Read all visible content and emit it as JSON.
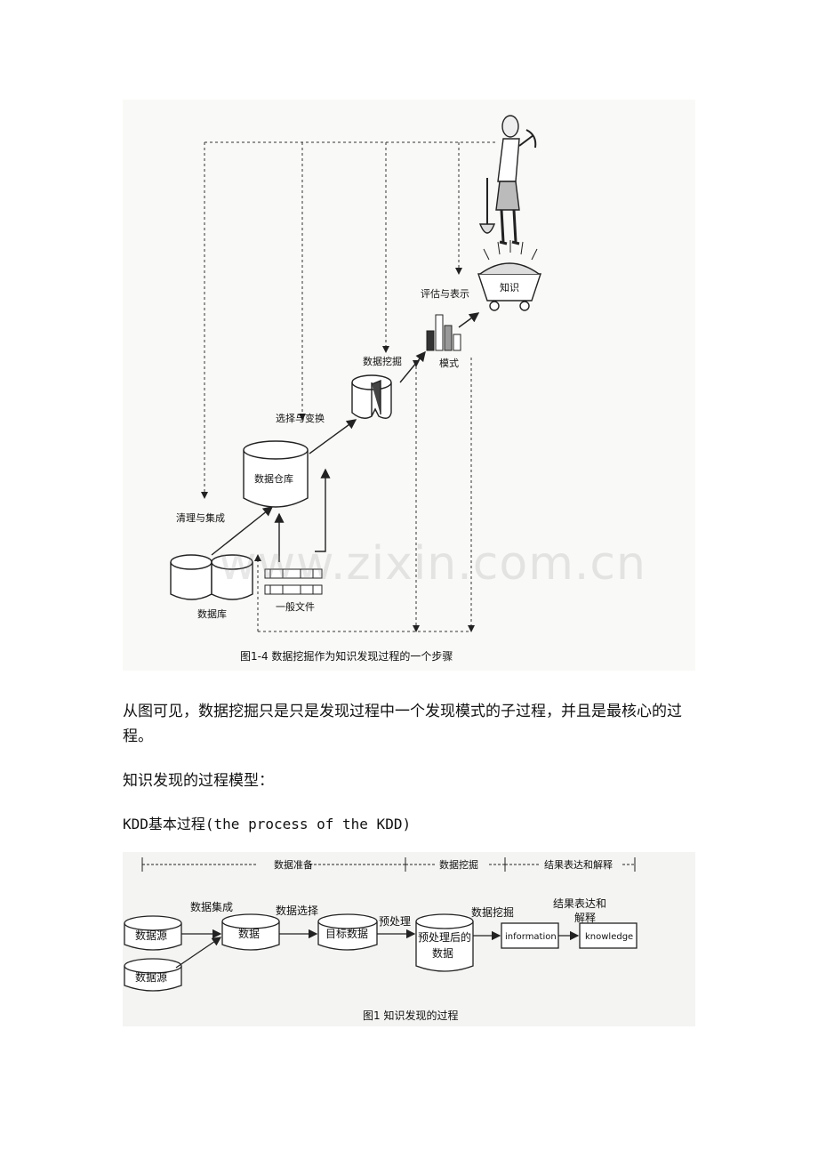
{
  "figure1": {
    "labels": {
      "evaluate": "评估与表示",
      "knowledge": "知识",
      "mining": "数据挖掘",
      "pattern": "模式",
      "select": "选择与变换",
      "warehouse": "数据仓库",
      "clean": "清理与集成",
      "database": "数据库",
      "flatfile": "一般文件"
    },
    "caption": "图1-4   数据挖掘作为知识发现过程的一个步骤"
  },
  "watermark": "www.zixin.com.cn",
  "paragraphs": {
    "p1": "从图可见，数据挖掘只是只是发现过程中一个发现模式的子过程，并且是最核心的过程。",
    "p2": "知识发现的过程模型：",
    "p3": "KDD基本过程(the process of the KDD)"
  },
  "figure2": {
    "phases": {
      "prep": "数据准备",
      "mining": "数据挖掘",
      "result": "结果表达和解释"
    },
    "nodes": {
      "source1": "数据源",
      "source2": "数据源",
      "data": "数据",
      "target": "目标数据",
      "preprocessed_line1": "预处理后的",
      "preprocessed_line2": "数据",
      "information": "information",
      "knowledge": "knowledge"
    },
    "steps": {
      "integrate": "数据集成",
      "select": "数据选择",
      "preprocess": "预处理",
      "mining": "数据挖掘",
      "interpret_line1": "结果表达和",
      "interpret_line2": "解释"
    },
    "caption": "图1 知识发现的过程"
  }
}
